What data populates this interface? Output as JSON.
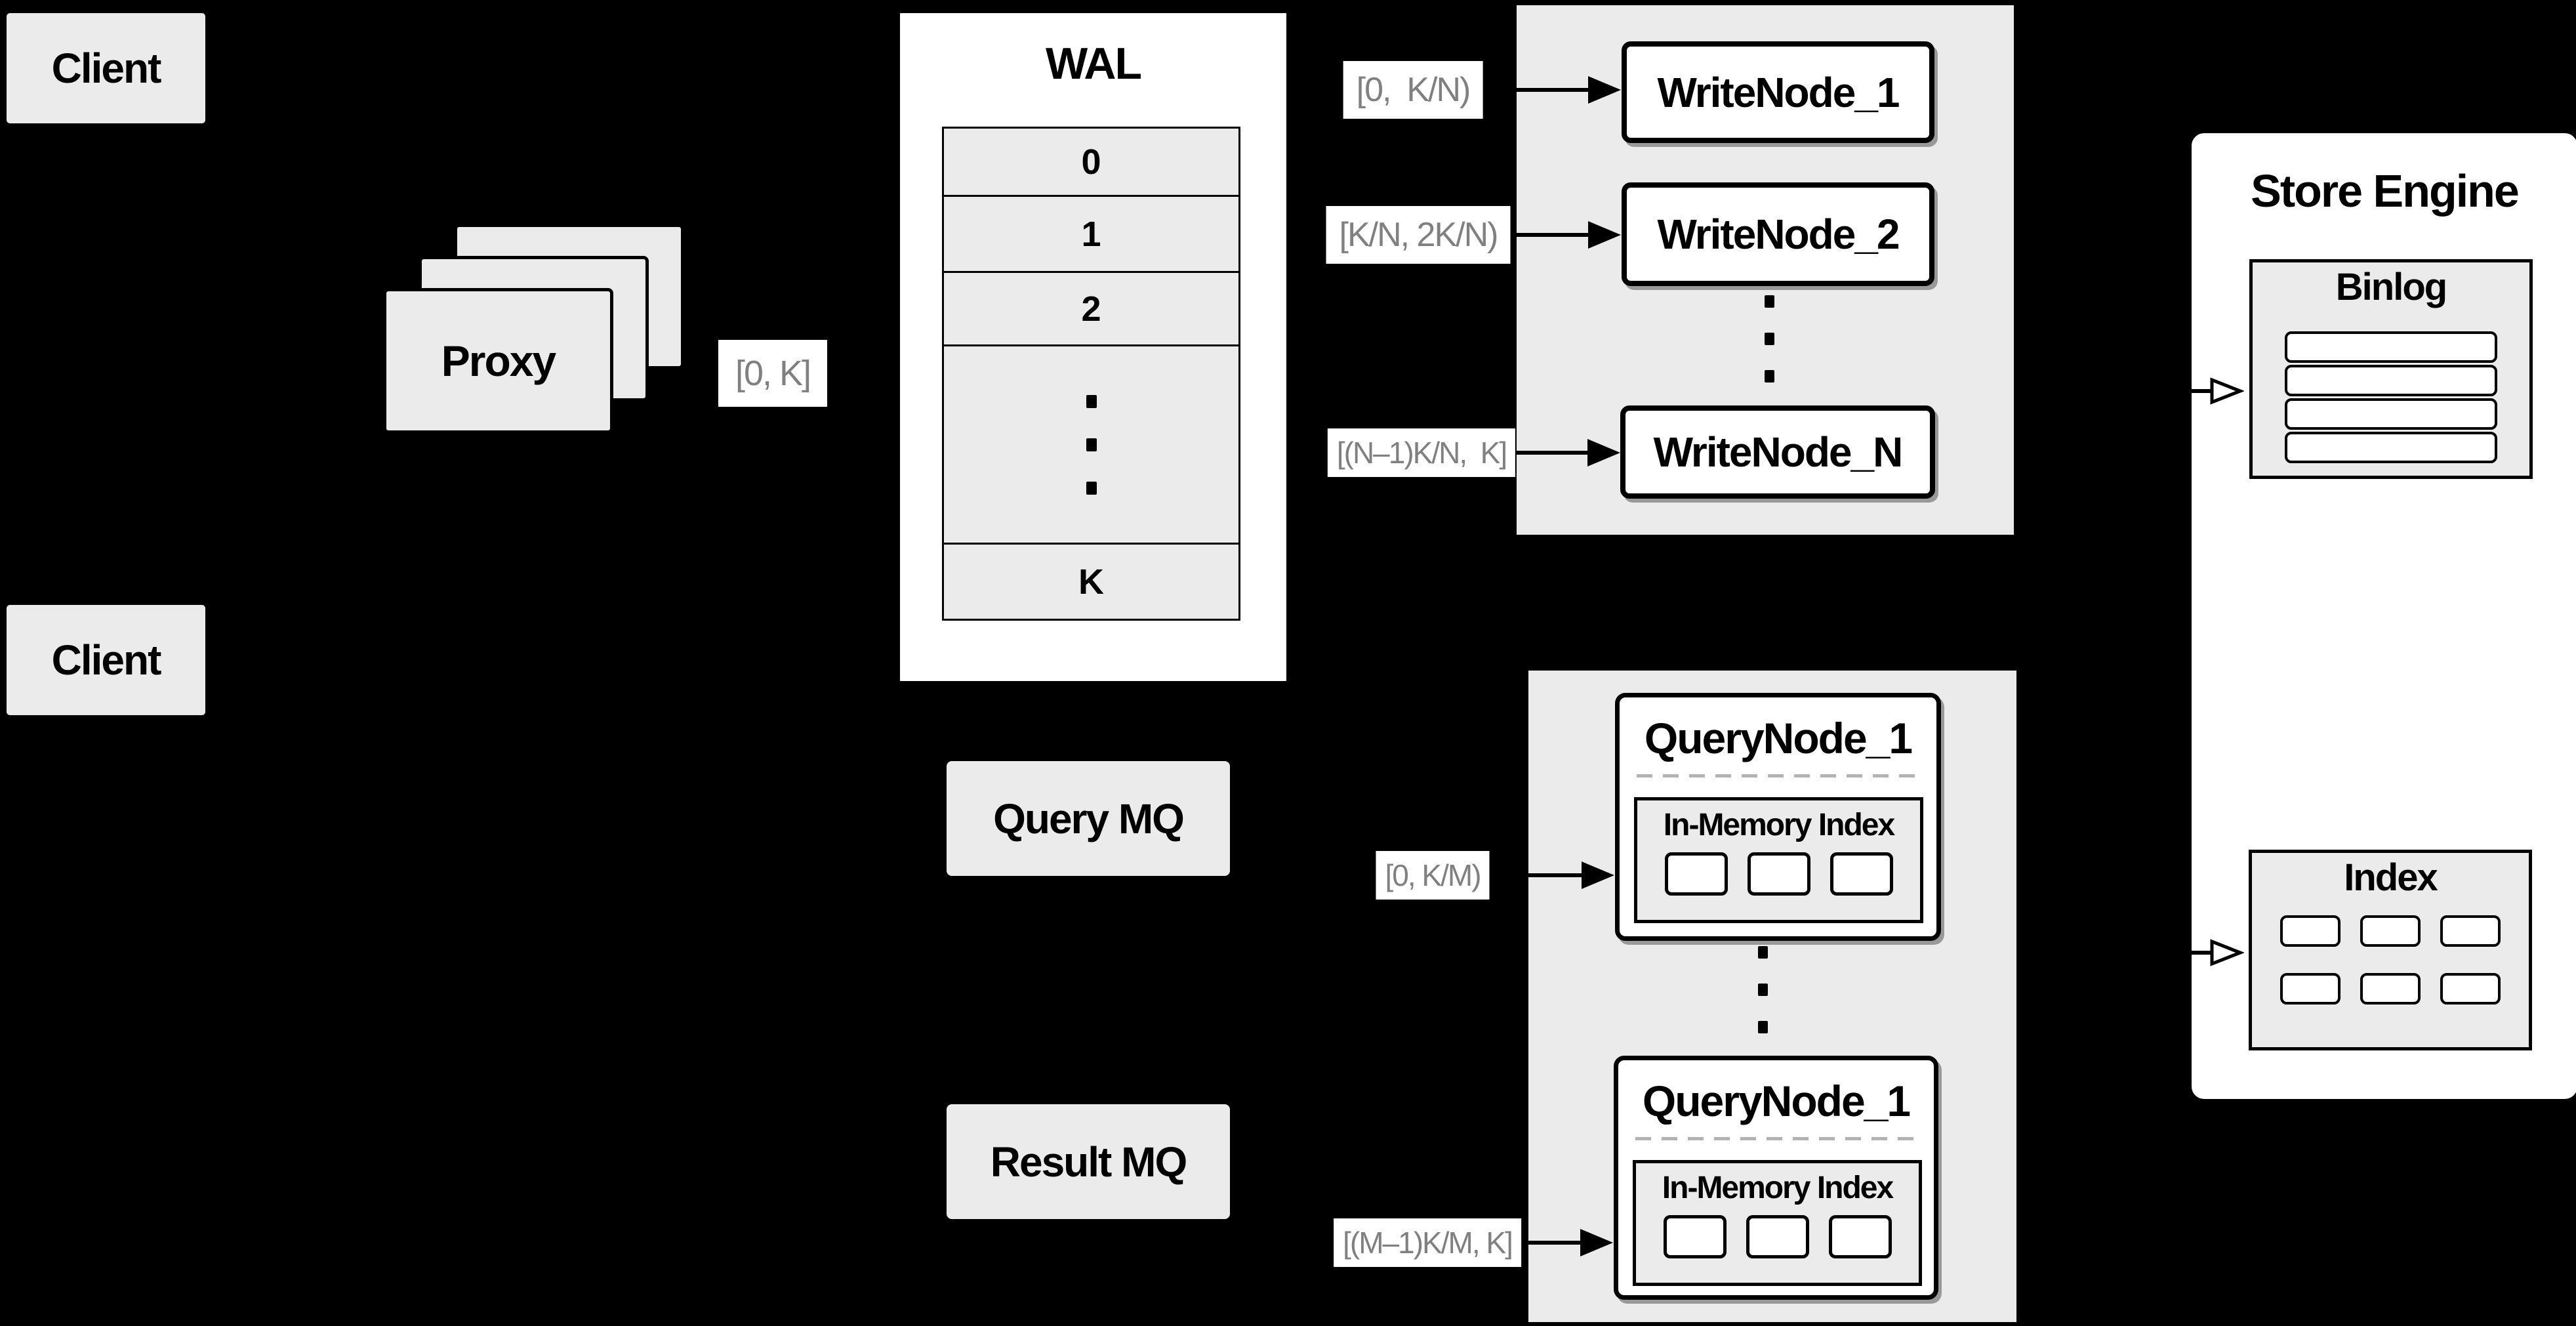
{
  "colors": {
    "background": "#000000",
    "node_gray": "#ebebeb",
    "node_white": "#ffffff",
    "border": "#000000",
    "flow_label_text": "#808080",
    "dashed_divider": "#b3b3b3"
  },
  "icons": {
    "solid_arrow": "filled-right-triangle",
    "hollow_arrow": "outlined-right-triangle",
    "ellipsis": "vertical-dots"
  },
  "clients": {
    "top_label": "Client",
    "bottom_label": "Client"
  },
  "proxy": {
    "label": "Proxy"
  },
  "wal": {
    "title": "WAL",
    "rows": [
      "0",
      "1",
      "2",
      "K"
    ]
  },
  "flow_labels": {
    "proxy_to_wal": "[0, K]",
    "wal_to_writenode_1": "[0,  K/N)",
    "wal_to_writenode_2": "[K/N, 2K/N)",
    "wal_to_writenode_n": "[(N–1)K/N,  K]",
    "querymq_to_querynode": "[0, K/M)",
    "resultmq_to_querynode": "[(M–1)K/M, K]"
  },
  "write_nodes": {
    "node_1": "WriteNode_1",
    "node_2": "WriteNode_2",
    "node_n": "WriteNode_N"
  },
  "message_queues": {
    "query": "Query MQ",
    "result": "Result MQ"
  },
  "query_nodes": {
    "top": {
      "title": "QueryNode_1",
      "memory_index_title": "In-Memory Index"
    },
    "bottom": {
      "title": "QueryNode_1",
      "memory_index_title": "In-Memory Index"
    }
  },
  "store_engine": {
    "title": "Store Engine",
    "binlog_title": "Binlog",
    "index_title": "Index"
  }
}
